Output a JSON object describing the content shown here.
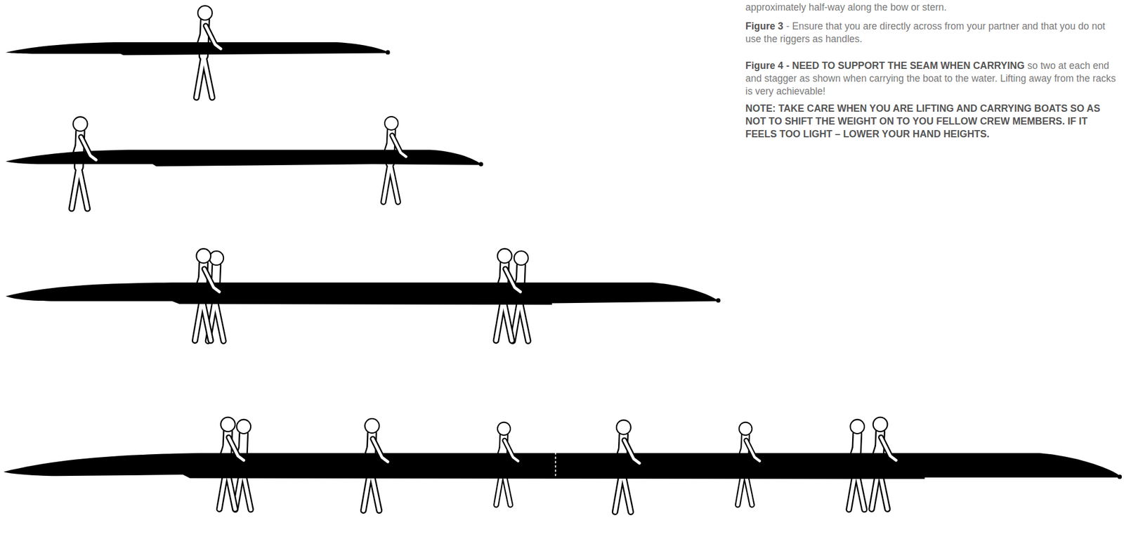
{
  "diagram": {
    "labels": [
      "approximately half-way along the bow or stern.",
      "Figure 3",
      "- Ensure that you are directly across from your partner and that you do not use the riggers as handles.",
      "Figure 4",
      "- NEED TO SUPPORT THE SEAM WHEN CARRYING",
      "so two at each end and stagger as shown when carrying the boat to the water. Lifting away from the racks is very achievable!",
      "NOTE: TAKE CARE WHEN YOU ARE LIFTING AND CARRYING BOATS SO AS NOT TO SHIFT THE WEIGHT ON TO YOU FELLOW CREW MEMBERS. IF IT FEELS TOO LIGHT – LOWER YOUR HAND HEIGHTS."
    ]
  }
}
